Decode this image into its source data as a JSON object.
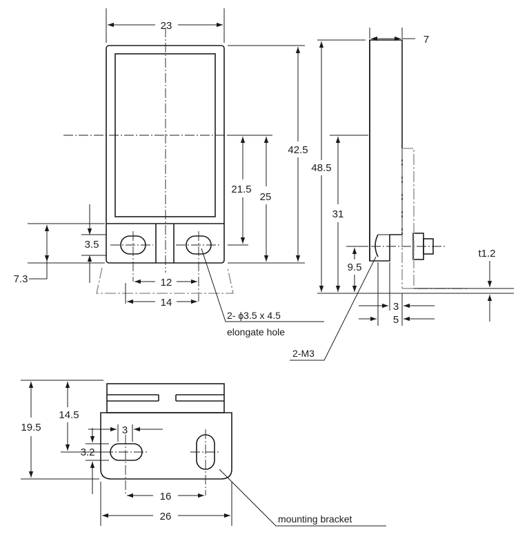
{
  "dimensions": {
    "front_width": "23",
    "front_height_body": "42.5",
    "front_height_total": "48.5",
    "upper_hole_height": "21.5",
    "mid_height": "25",
    "hole_height_small": "3.5",
    "hole_offset": "7.3",
    "hole_pitch_inner": "12",
    "hole_pitch_outer": "14",
    "side_thickness": "7",
    "side_height": "31",
    "side_m3_height": "9.5",
    "side_offset_3": "3",
    "side_offset_5": "5",
    "bracket_thickness": "t1.2",
    "bottom_height_total": "19.5",
    "bottom_height_partial": "14.5",
    "bottom_slot_width": "3",
    "bottom_slot_height": "3.2",
    "bottom_pitch": "16",
    "bottom_width": "26"
  },
  "callouts": {
    "elongate_hole_line1": "2- ϕ3.5 x 4.5",
    "elongate_hole_line2": "elongate hole",
    "m3": "2-M3",
    "mounting_bracket": "mounting bracket"
  },
  "colors": {
    "line": "#1a1a1a",
    "bracket": "#9a9a9a"
  }
}
